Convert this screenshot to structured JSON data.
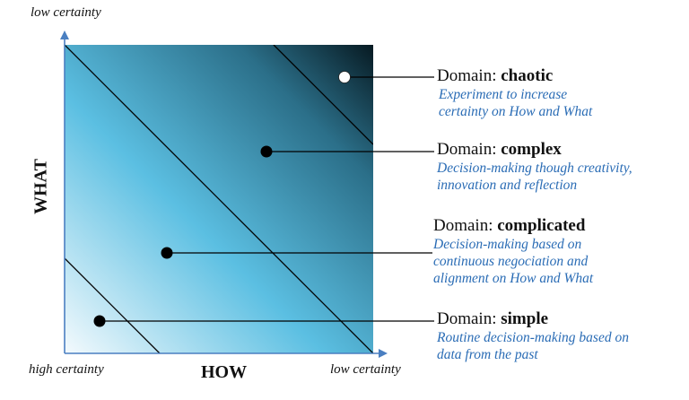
{
  "axes": {
    "y_top_label": "low certainty",
    "y_title": "WHAT",
    "x_left_label": "high certainty",
    "x_title": "HOW",
    "x_right_label": "low certainty"
  },
  "gradient": {
    "light": "#f4fafd",
    "mid": "#5bbfe2",
    "dark": "#2b6f89",
    "darkest": "#071a22"
  },
  "colors": {
    "axis": "#4a7fc1",
    "description": "#2a6cb5"
  },
  "domains": [
    {
      "prefix": "Domain: ",
      "name": "chaotic",
      "description_lines": [
        "Experiment to increase",
        "certainty on How and What"
      ],
      "marker": "white"
    },
    {
      "prefix": "Domain: ",
      "name": "complex",
      "description_lines": [
        "Decision-making though creativity,",
        "innovation and reflection"
      ],
      "marker": "black"
    },
    {
      "prefix": "Domain: ",
      "name": "complicated",
      "description_lines": [
        "Decision-making based on",
        "continuous negociation and",
        "alignment on How and What"
      ],
      "marker": "black"
    },
    {
      "prefix": "Domain: ",
      "name": "simple",
      "description_lines": [
        "Routine decision-making based on",
        "data from the past"
      ],
      "marker": "black"
    }
  ]
}
